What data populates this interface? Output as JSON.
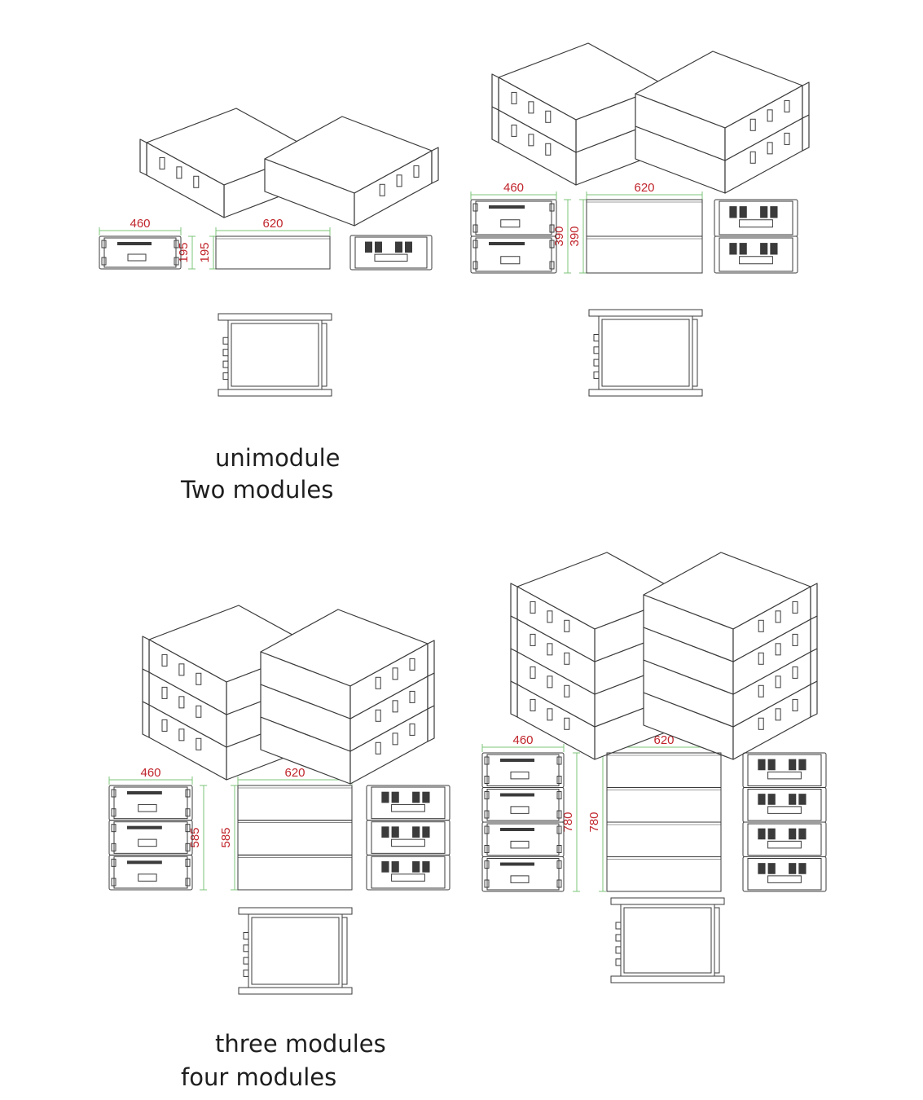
{
  "captions": {
    "uni": "unimodule",
    "two": "Two modules",
    "three": "three modules",
    "four": "four modules"
  },
  "dims": {
    "one": {
      "width": "460",
      "depth": "620",
      "height": "195"
    },
    "two": {
      "width": "460",
      "depth": "620",
      "height": "390"
    },
    "three": {
      "width": "460",
      "depth": "620",
      "height": "585"
    },
    "four": {
      "width": "460",
      "depth": "620",
      "height": "780"
    }
  },
  "colors": {
    "line": "#3b3b3b",
    "dimension_text": "#c0242b",
    "dimension_line": "#7cc47a",
    "caption": "#1e1e1e"
  }
}
